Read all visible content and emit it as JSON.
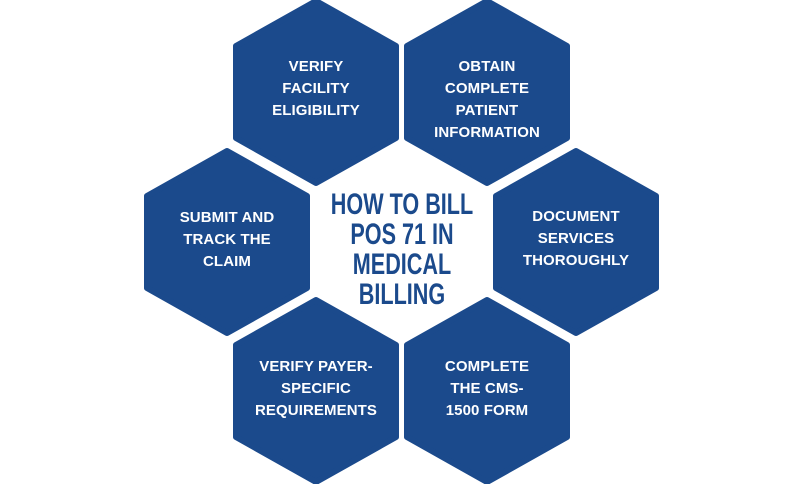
{
  "colors": {
    "hex_fill": "#1b4a8c",
    "hex_text": "#ffffff",
    "title_text": "#1b4a8c",
    "background": "#ffffff"
  },
  "title": {
    "text": "HOW TO BILL\nPOS 71 IN\nMEDICAL\nBILLING"
  },
  "steps": [
    {
      "id": "verify-facility-eligibility",
      "label": "VERIFY\nFACILITY\nELIGIBILITY",
      "position": "top-left"
    },
    {
      "id": "obtain-patient-information",
      "label": "OBTAIN\nCOMPLETE\nPATIENT\nINFORMATION",
      "position": "top-right"
    },
    {
      "id": "document-services",
      "label": "DOCUMENT\nSERVICES\nTHOROUGHLY",
      "position": "middle-right"
    },
    {
      "id": "complete-cms-1500",
      "label": "COMPLETE\nTHE CMS-\n1500 FORM",
      "position": "bottom-right"
    },
    {
      "id": "verify-payer-requirements",
      "label": "VERIFY PAYER-\nSPECIFIC\nREQUIREMENTS",
      "position": "bottom-left"
    },
    {
      "id": "submit-track-claim",
      "label": "SUBMIT AND\nTRACK THE\nCLAIM",
      "position": "middle-left"
    }
  ]
}
